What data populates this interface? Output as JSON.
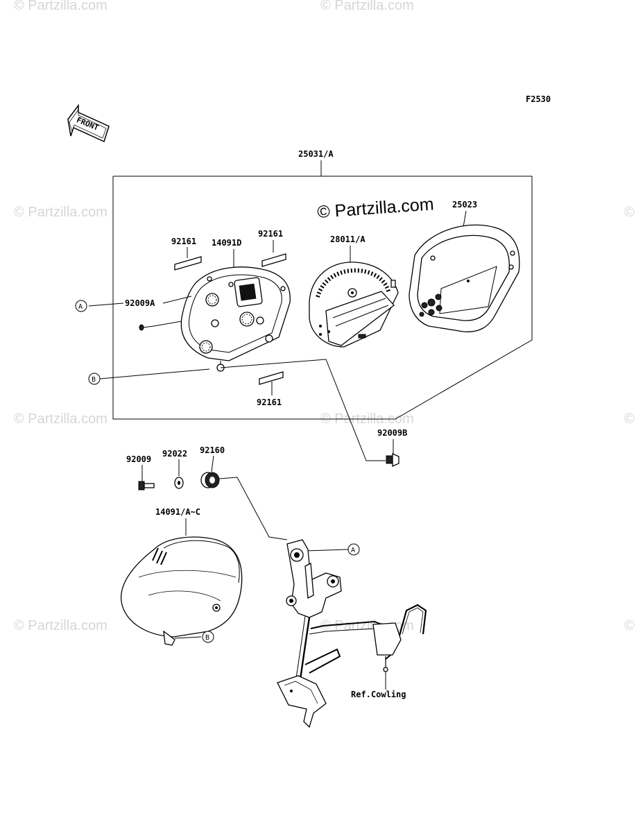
{
  "figure_code": "F2530",
  "front_arrow_label": "FRONT",
  "watermark_main": "© Partzilla.com",
  "watermark_repeat": "© Partzilla.com",
  "parts": {
    "meter_assy": "25031/A",
    "case_top": "25023",
    "meter_unit": "28011/A",
    "case_bottom": "14091D",
    "label_left": "92161",
    "label_right": "92161",
    "label_bottom": "92161",
    "screw_a": "92009A",
    "screw_b": "92009B",
    "bolt": "92009",
    "washer": "92022",
    "grommet": "92160",
    "cover": "14091/A~C",
    "ref_note": "Ref.Cowling"
  },
  "callouts": {
    "a": "A",
    "b": "B"
  }
}
